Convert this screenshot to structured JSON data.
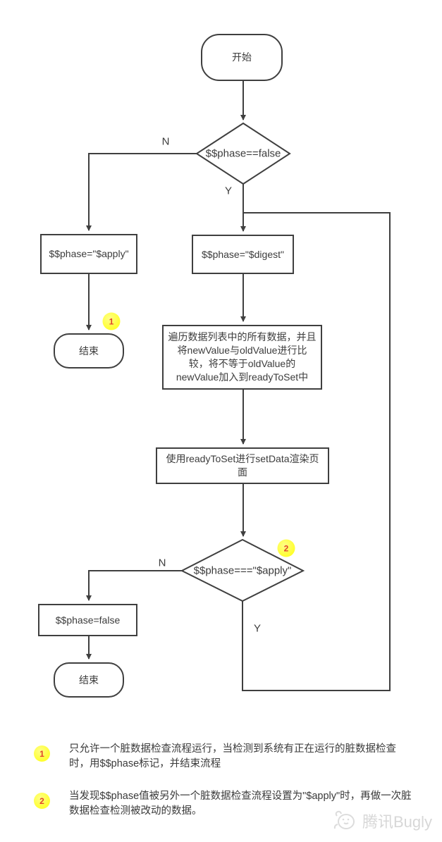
{
  "flowchart": {
    "nodes": {
      "start": {
        "label": "开始"
      },
      "decision1": {
        "label": "$$phase==false"
      },
      "apply_box": {
        "label": "$$phase=\"$apply\""
      },
      "digest_box": {
        "label": "$$phase=\"$digest\""
      },
      "end1": {
        "label": "结束"
      },
      "iterate_box": {
        "label": "遍历数据列表中的所有数据，并且将newValue与oldValue进行比较，将不等于oldValue的newValue加入到readyToSet中"
      },
      "render_box": {
        "label": "使用readyToSet进行setData渲染页面"
      },
      "decision2": {
        "label": "$$phase===\"$apply\""
      },
      "false_box": {
        "label": "$$phase=false"
      },
      "end2": {
        "label": "结束"
      }
    },
    "edge_labels": {
      "decision1_no": "N",
      "decision1_yes": "Y",
      "decision2_no": "N",
      "decision2_yes": "Y"
    },
    "badges": {
      "one": "1",
      "two": "2"
    }
  },
  "footnotes": [
    {
      "badge": "1",
      "text": "只允许一个脏数据检查流程运行，当检测到系统有正在运行的脏数据检查时，用$$phase标记，并结束流程"
    },
    {
      "badge": "2",
      "text": "当发现$$phase值被另外一个脏数据检查流程设置为\"$apply\"时，再做一次脏数据检查检测被改动的数据。"
    }
  ],
  "watermark": {
    "brand": "腾讯Bugly"
  },
  "colors": {
    "line": "#3f3f3f",
    "badge_bg": "#ffff2e",
    "badge_text": "#e0432a",
    "watermark": "#d7d7d7"
  }
}
